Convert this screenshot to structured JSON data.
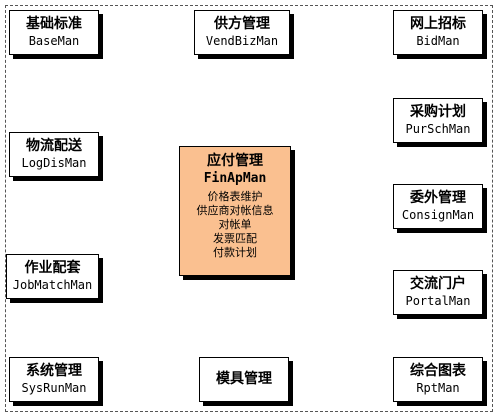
{
  "modules": [
    {
      "id": "base",
      "name": "基础标准",
      "code": "BaseMan"
    },
    {
      "id": "vend",
      "name": "供方管理",
      "code": "VendBizMan"
    },
    {
      "id": "bid",
      "name": "网上招标",
      "code": "BidMan"
    },
    {
      "id": "purch",
      "name": "采购计划",
      "code": "PurSchMan"
    },
    {
      "id": "logis",
      "name": "物流配送",
      "code": "LogDisMan"
    },
    {
      "id": "consign",
      "name": "委外管理",
      "code": "ConsignMan"
    },
    {
      "id": "job",
      "name": "作业配套",
      "code": "JobMatchMan"
    },
    {
      "id": "portal",
      "name": "交流门户",
      "code": "PortalMan"
    },
    {
      "id": "sys",
      "name": "系统管理",
      "code": "SysRunMan"
    },
    {
      "id": "mold",
      "name": "模具管理"
    },
    {
      "id": "rpt",
      "name": "综合图表",
      "code": "RptMan"
    }
  ],
  "center": {
    "name": "应付管理",
    "code": "FinApMan",
    "functions": [
      "价格表维护",
      "供应商对帐信息",
      "对帐单",
      "发票匹配",
      "付款计划"
    ]
  },
  "colors": {
    "center_fill": "#fac090",
    "box_fill": "#ffffff",
    "border": "#000000"
  }
}
